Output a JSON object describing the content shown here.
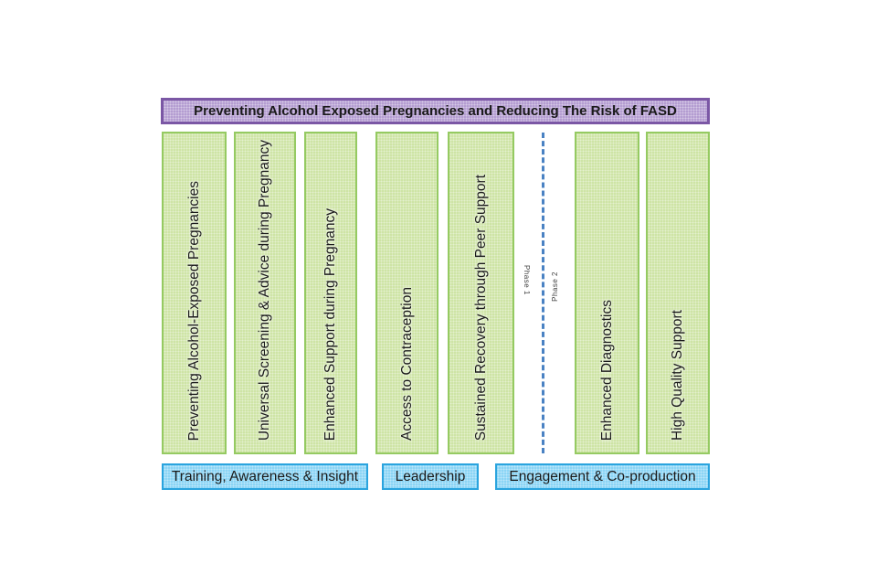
{
  "header": {
    "title": "Preventing Alcohol Exposed Pregnancies and Reducing The Risk of FASD"
  },
  "pillars": [
    {
      "label": "Preventing Alcohol-Exposed Pregnancies"
    },
    {
      "label": "Universal Screening & Advice during Pregnancy"
    },
    {
      "label": "Enhanced Support during Pregnancy"
    },
    {
      "label": "Access to Contraception"
    },
    {
      "label": "Sustained Recovery through Peer Support"
    },
    {
      "label": "Enhanced Diagnostics"
    },
    {
      "label": "High Quality Support"
    }
  ],
  "phase_divider": {
    "phase1_label": "Phase 1",
    "phase2_label": "Phase 2"
  },
  "footer_bars": [
    {
      "label": "Training, Awareness & Insight"
    },
    {
      "label": "Leadership"
    },
    {
      "label": "Engagement & Co-production"
    }
  ],
  "colors": {
    "header_fill": "#b49dd1",
    "header_border": "#7b57a5",
    "pillar_fill": "#cee4a5",
    "pillar_border": "#95ca62",
    "footer_fill": "#8bd5f5",
    "footer_border": "#2ba4de",
    "divider": "#4a82c3",
    "text": "#1a1a1a"
  }
}
